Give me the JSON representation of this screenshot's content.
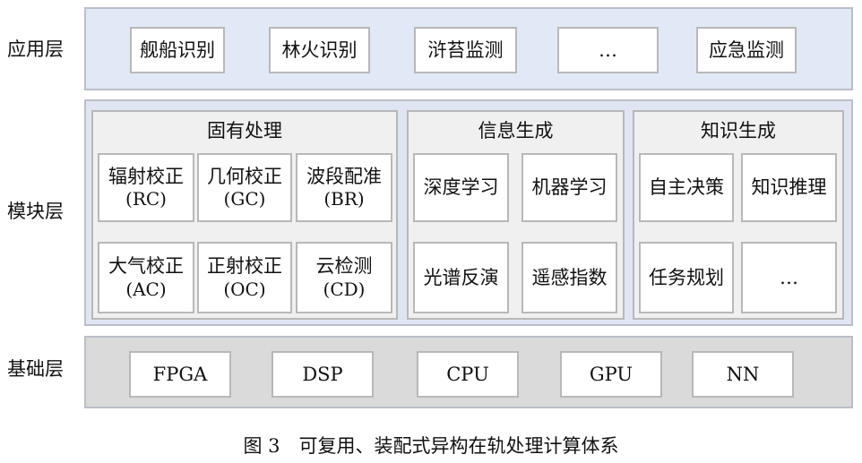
{
  "layers": {
    "application": {
      "label": "应用层",
      "items": [
        "舰船识别",
        "林火识别",
        "浒苔监测",
        "…",
        "应急监测"
      ]
    },
    "module": {
      "label": "模块层",
      "groups": [
        {
          "title": "固有处理",
          "items": [
            {
              "name": "辐射校正",
              "abbr": "(RC)"
            },
            {
              "name": "几何校正",
              "abbr": "(GC)"
            },
            {
              "name": "波段配准",
              "abbr": "(BR)"
            },
            {
              "name": "大气校正",
              "abbr": "(AC)"
            },
            {
              "name": "正射校正",
              "abbr": "(OC)"
            },
            {
              "name": "云检测",
              "abbr": "(CD)"
            }
          ]
        },
        {
          "title": "信息生成",
          "items": [
            "深度学习",
            "机器学习",
            "光谱反演",
            "遥感指数"
          ]
        },
        {
          "title": "知识生成",
          "items": [
            "自主决策",
            "知识推理",
            "任务规划",
            "…"
          ]
        }
      ]
    },
    "base": {
      "label": "基础层",
      "items": [
        "FPGA",
        "DSP",
        "CPU",
        "GPU",
        "NN"
      ]
    }
  },
  "caption": "图 3　可复用、装配式异构在轨处理计算体系"
}
